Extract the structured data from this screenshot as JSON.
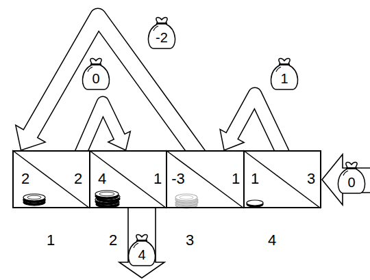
{
  "diagram": {
    "nodes": [
      {
        "text": [
          "2",
          "2",
          "1"
        ]
      },
      {
        "text": [
          "4",
          "1",
          "2"
        ]
      },
      {
        "text": [
          "-3",
          "1",
          "3"
        ]
      },
      {
        "text": [
          "1",
          "3",
          "4"
        ]
      }
    ],
    "edges": [
      {
        "from": 2,
        "to": 0,
        "arrow": "to",
        "label": "-2"
      },
      {
        "from": 0,
        "to": 1,
        "arrow": "to",
        "label": "0"
      },
      {
        "from": 3,
        "to": 2,
        "arrow": "to",
        "label": "1"
      }
    ],
    "labels": [
      "0",
      "4"
    ]
  }
}
